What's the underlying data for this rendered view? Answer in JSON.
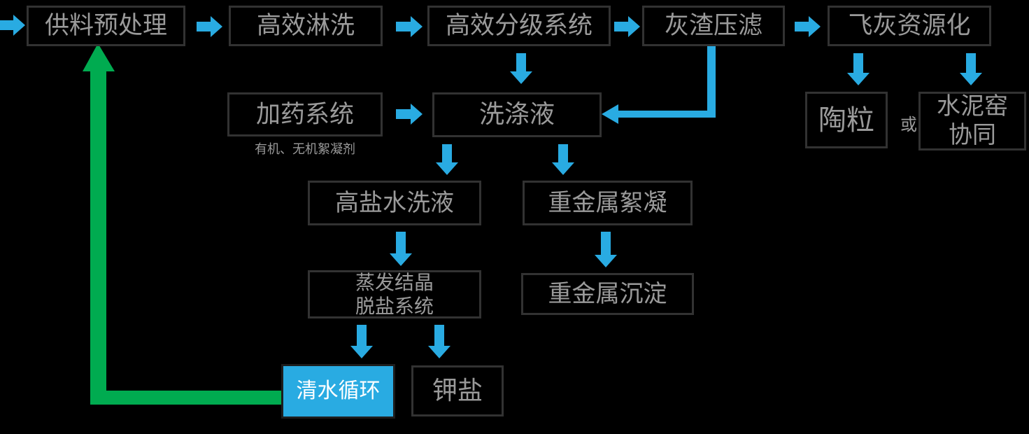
{
  "diagram_title": "fly-ash-washing-process-flowchart",
  "colors": {
    "arrow_blue": "#29abe2",
    "arrow_green": "#00ab50",
    "box_border": "#323232",
    "box_text": "#9a9a9a",
    "background": "#000000",
    "highlight_fill": "#29abe2",
    "highlight_text": "#ffffff"
  },
  "nodes": {
    "feed": {
      "label": "供料预处理"
    },
    "rinse": {
      "label": "高效淋洗"
    },
    "classify": {
      "label": "高效分级系统"
    },
    "filter": {
      "label": "灰渣压滤"
    },
    "flyash": {
      "label": "飞灰资源化"
    },
    "dosing": {
      "label": "加药系统",
      "caption": "有机、无机絮凝剂"
    },
    "wash": {
      "label": "洗涤液"
    },
    "ceramsite": {
      "label": "陶粒"
    },
    "or_label": {
      "label": "或"
    },
    "cement": {
      "label": "水泥窑\n协同"
    },
    "brine": {
      "label": "高盐水洗液"
    },
    "flocc": {
      "label": "重金属絮凝"
    },
    "evap": {
      "label": "蒸发结晶\n脱盐系统"
    },
    "precip": {
      "label": "重金属沉淀"
    },
    "fresh": {
      "label": "清水循环"
    },
    "potassium": {
      "label": "钾盐"
    }
  },
  "connections": [
    {
      "from": "input",
      "to": "供料预处理",
      "color": "blue"
    },
    {
      "from": "供料预处理",
      "to": "高效淋洗",
      "color": "blue"
    },
    {
      "from": "高效淋洗",
      "to": "高效分级系统",
      "color": "blue"
    },
    {
      "from": "高效分级系统",
      "to": "灰渣压滤",
      "color": "blue"
    },
    {
      "from": "灰渣压滤",
      "to": "飞灰资源化",
      "color": "blue"
    },
    {
      "from": "高效分级系统",
      "to": "洗涤液",
      "color": "blue"
    },
    {
      "from": "灰渣压滤",
      "to": "洗涤液",
      "color": "blue",
      "shape": "elbow"
    },
    {
      "from": "加药系统",
      "to": "洗涤液",
      "color": "blue"
    },
    {
      "from": "飞灰资源化",
      "to": "陶粒",
      "color": "blue"
    },
    {
      "from": "飞灰资源化",
      "to": "水泥窑协同",
      "color": "blue"
    },
    {
      "from": "洗涤液",
      "to": "高盐水洗液",
      "color": "blue"
    },
    {
      "from": "洗涤液",
      "to": "重金属絮凝",
      "color": "blue"
    },
    {
      "from": "高盐水洗液",
      "to": "蒸发结晶脱盐系统",
      "color": "blue"
    },
    {
      "from": "重金属絮凝",
      "to": "重金属沉淀",
      "color": "blue"
    },
    {
      "from": "蒸发结晶脱盐系统",
      "to": "清水循环",
      "color": "blue"
    },
    {
      "from": "蒸发结晶脱盐系统",
      "to": "钾盐",
      "color": "blue"
    },
    {
      "from": "清水循环",
      "to": "供料预处理",
      "color": "green",
      "shape": "elbow"
    }
  ]
}
